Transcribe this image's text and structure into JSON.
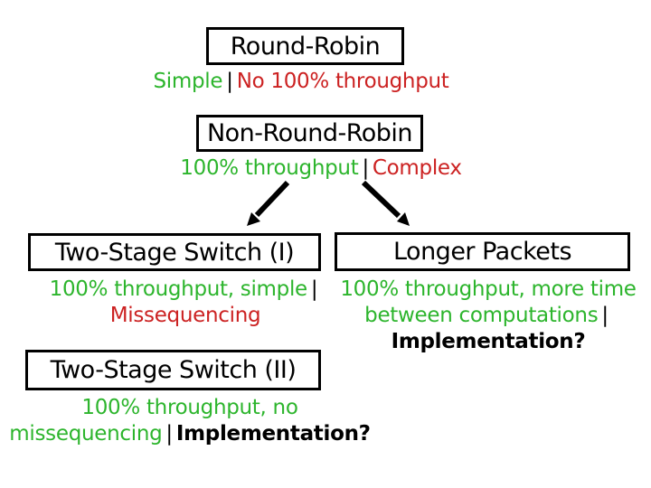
{
  "colors": {
    "pro_green": "#2DB52D",
    "con_red": "#CC2222",
    "box_border": "#000000",
    "arrow": "#000000",
    "background": "#FFFFFF"
  },
  "boxes": {
    "round_robin": "Round-Robin",
    "non_round_robin": "Non-Round-Robin",
    "two_stage_1": "Two-Stage Switch (I)",
    "longer_packets": "Longer Packets",
    "two_stage_2": "Two-Stage Switch (II)"
  },
  "captions": {
    "round_robin": {
      "pro": "Simple",
      "sep": "|",
      "con": "No 100% throughput"
    },
    "non_round_robin": {
      "pro": "100% throughput",
      "sep": "|",
      "con": "Complex"
    },
    "two_stage_1": {
      "pro": "100% throughput, simple",
      "sep": "|",
      "con": "Missequencing"
    },
    "longer_packets": {
      "pro_line1": "100% throughput, more time",
      "pro_line2": "between computations",
      "sep": "|",
      "open_question": "Implementation?"
    },
    "two_stage_2": {
      "pro_line1": "100% throughput, no",
      "pro_line2": "missequencing",
      "sep": "|",
      "open_question": "Implementation?"
    }
  },
  "icons": {
    "arrow_left": "down-left-arrow",
    "arrow_right": "down-right-arrow"
  }
}
